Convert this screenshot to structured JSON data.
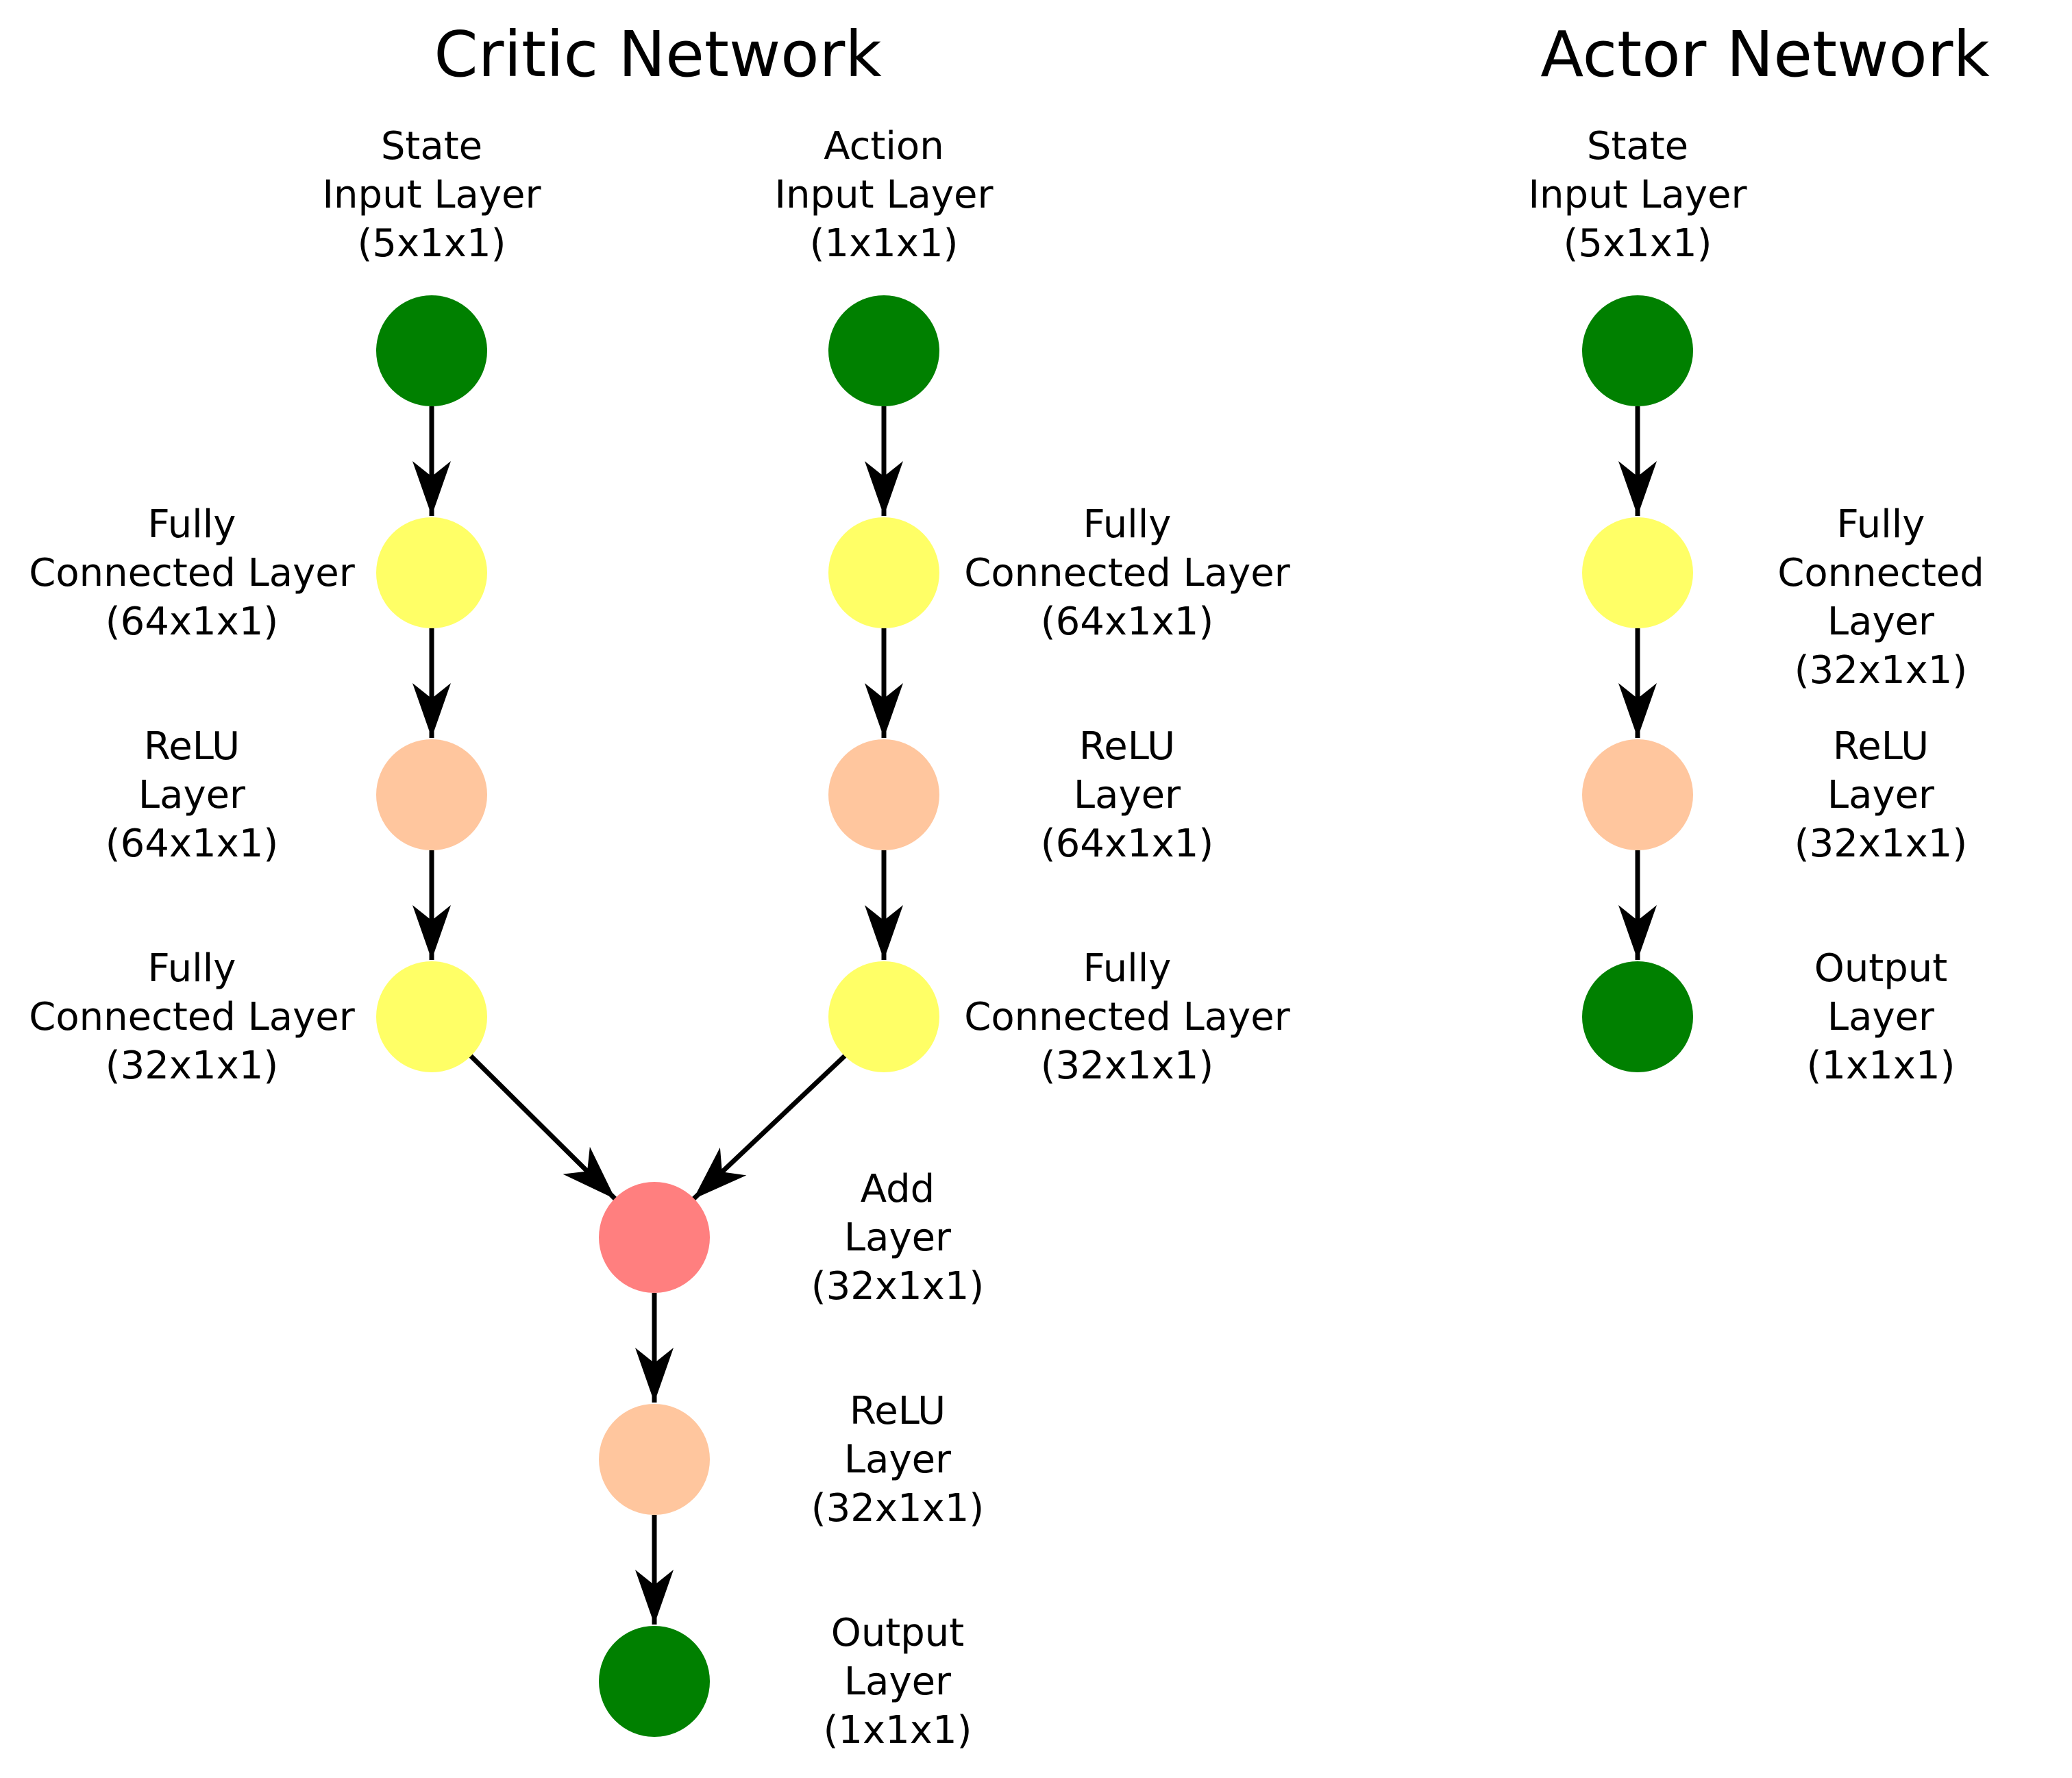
{
  "critic": {
    "title": "Critic Network",
    "labels": {
      "state_input": "State\nInput Layer\n(5x1x1)",
      "action_input": "Action\nInput Layer\n(1x1x1)",
      "state_fc1": "Fully\nConnected Layer\n(64x1x1)",
      "state_relu": "ReLU\nLayer\n(64x1x1)",
      "state_fc2": "Fully\nConnected Layer\n(32x1x1)",
      "action_fc1": "Fully\nConnected Layer\n(64x1x1)",
      "action_relu": "ReLU\nLayer\n(64x1x1)",
      "action_fc2": "Fully\nConnected Layer\n(32x1x1)",
      "add": "Add\nLayer\n(32x1x1)",
      "relu2": "ReLU\nLayer\n(32x1x1)",
      "output": "Output\nLayer\n(1x1x1)"
    }
  },
  "actor": {
    "title": "Actor Network",
    "labels": {
      "state_input": "State\nInput Layer\n(5x1x1)",
      "fc": "Fully\nConnected Layer\n(32x1x1)",
      "relu": "ReLU\nLayer\n(32x1x1)",
      "output": "Output\nLayer\n(1x1x1)"
    }
  },
  "colors": {
    "input_output": "#008000",
    "fully_connected": "#FFFF66",
    "relu": "#FFC69E",
    "add": "#FF7F7F",
    "arrow": "#000000",
    "text": "#000000",
    "background": "#FFFFFF"
  }
}
